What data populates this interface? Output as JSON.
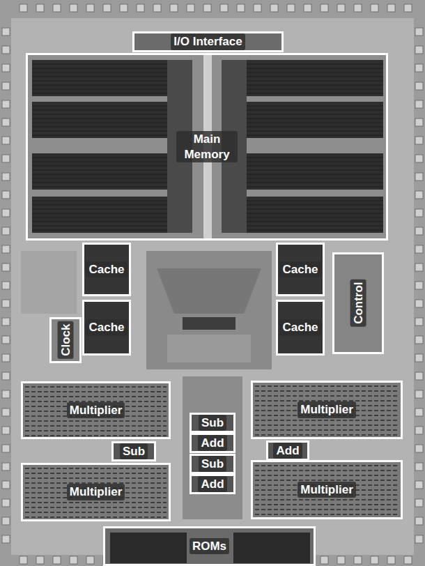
{
  "diagram": {
    "nodes": [
      {
        "text": [
          "I/O Interface"
        ]
      },
      {
        "text": [
          "Main Memory"
        ]
      },
      {
        "text": [
          "Cache"
        ]
      },
      {
        "text": [
          "Cache"
        ]
      },
      {
        "text": [
          "Control"
        ]
      },
      {
        "text": [
          "Clock"
        ]
      },
      {
        "text": [
          "Cache"
        ]
      },
      {
        "text": [
          "Cache"
        ]
      },
      {
        "text": [
          "Multiplier"
        ]
      },
      {
        "text": [
          "Multiplier"
        ]
      },
      {
        "text": [
          "Sub"
        ]
      },
      {
        "text": [
          "Add"
        ]
      },
      {
        "text": [
          "Sub"
        ]
      },
      {
        "text": [
          "Add"
        ]
      },
      {
        "text": [
          "Sub"
        ]
      },
      {
        "text": [
          "Add"
        ]
      },
      {
        "text": [
          "Multiplier"
        ]
      },
      {
        "text": [
          "Multiplier"
        ]
      },
      {
        "text": [
          "ROMs"
        ]
      }
    ]
  }
}
